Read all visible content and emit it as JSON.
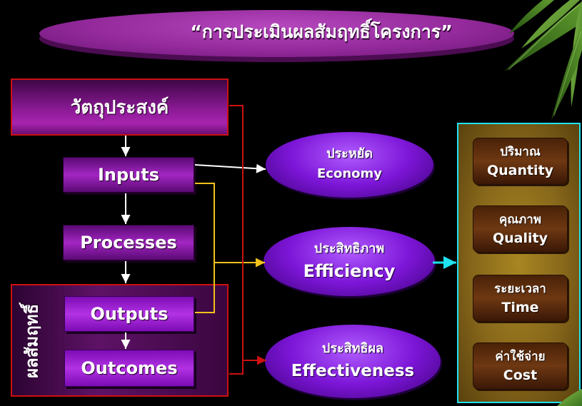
{
  "slide": {
    "title": "“การประเมินผลสัมฤทธิ์โครงการ”"
  },
  "flow": {
    "objective": "วัตถุประสงค์",
    "inputs": "Inputs",
    "processes": "Processes",
    "results_group": {
      "label": "ผลสัมฤทธิ์",
      "outputs": "Outputs",
      "outcomes": "Outcomes"
    }
  },
  "measures": [
    {
      "th": "ประหยัด",
      "en": "Economy"
    },
    {
      "th": "ประสิทธิภาพ",
      "en": "Efficiency"
    },
    {
      "th": "ประสิทธิผล",
      "en": "Effectiveness"
    }
  ],
  "criteria": [
    {
      "th": "ปริมาณ",
      "en": "Quantity"
    },
    {
      "th": "คุณภาพ",
      "en": "Quality"
    },
    {
      "th": "ระยะเวลา",
      "en": "Time"
    },
    {
      "th": "ค่าใช้จ่าย",
      "en": "Cost"
    }
  ],
  "icons": {
    "corner_decoration": "bamboo-leaves"
  },
  "colors": {
    "background": "#000000",
    "connector_red": "#cc1111",
    "connector_yellow": "#f2c21a",
    "connector_white": "#ffffff",
    "connector_cyan": "#1fe3f0",
    "criteria_panel_border": "#1fe3f0"
  }
}
